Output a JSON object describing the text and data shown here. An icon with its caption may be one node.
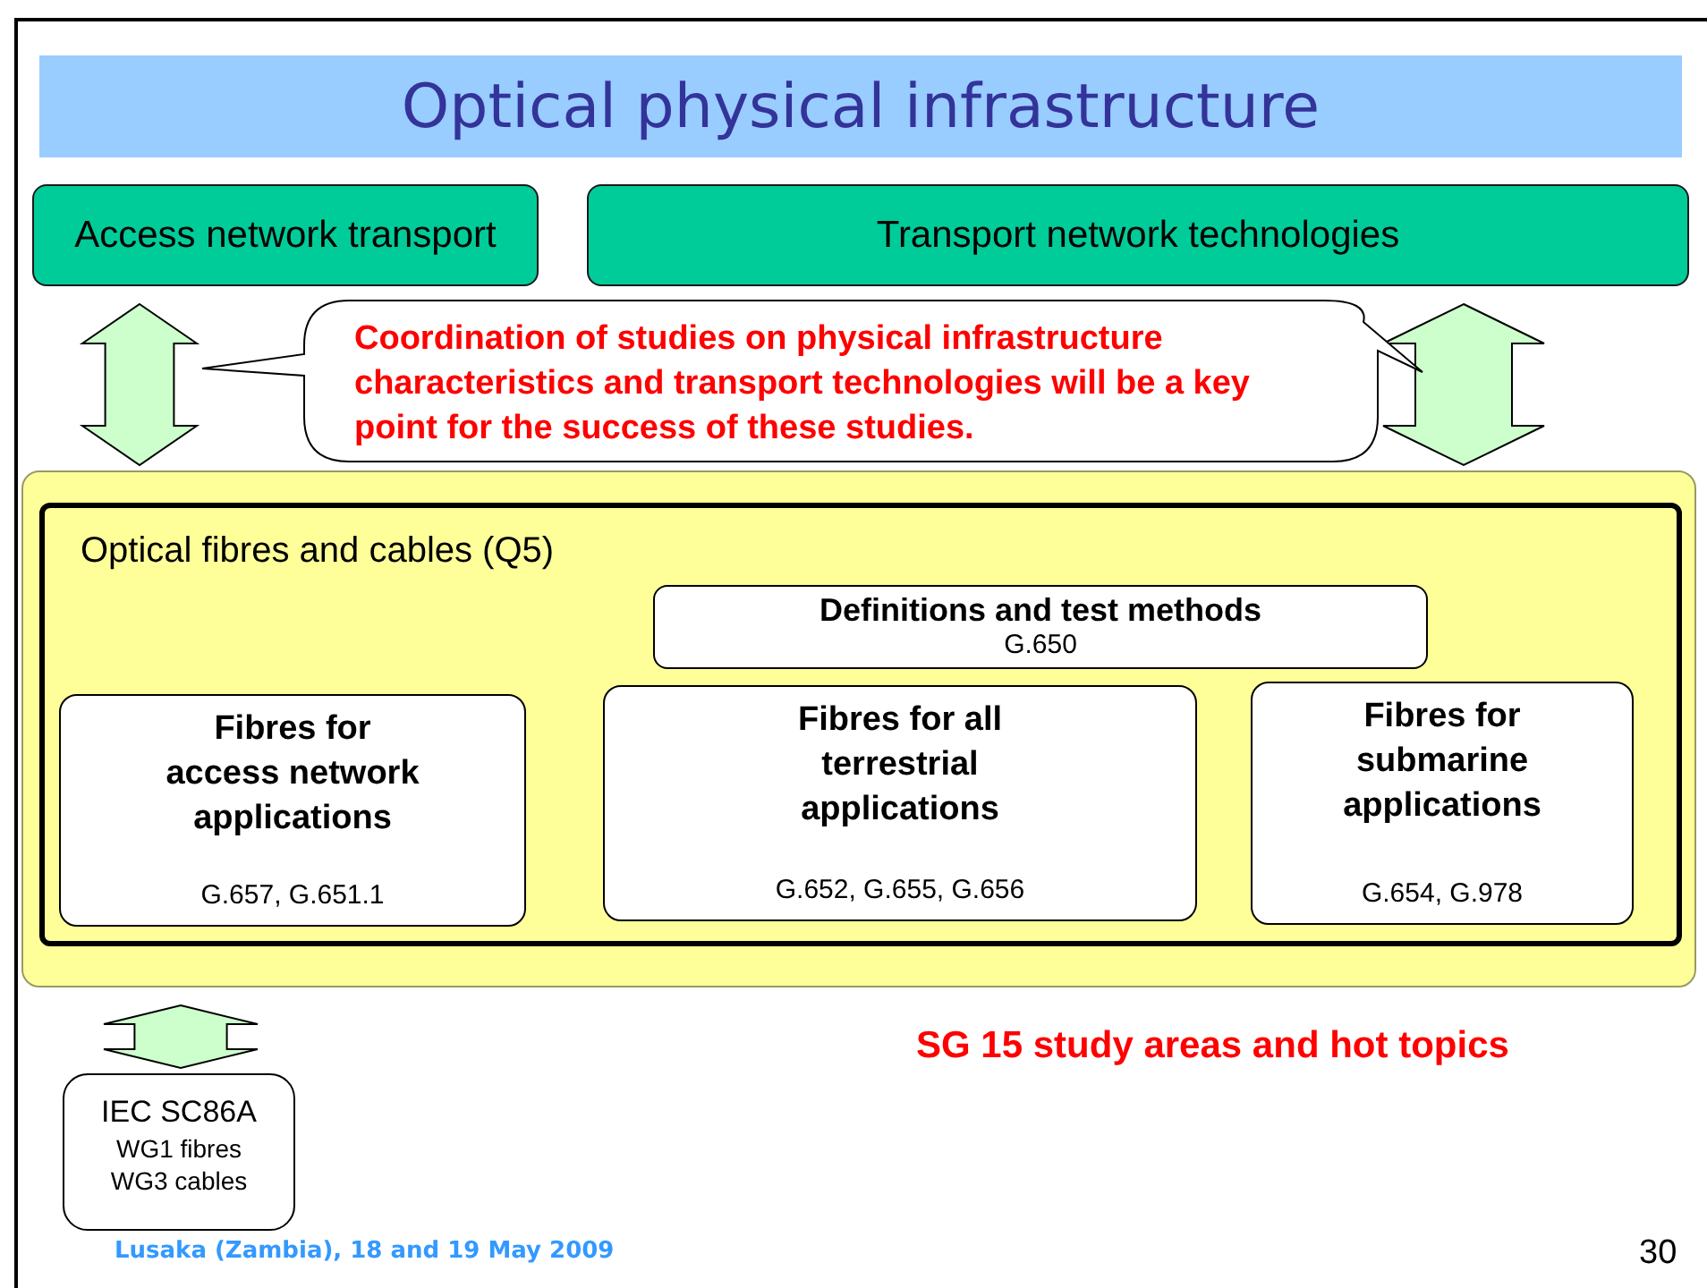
{
  "diagram": {
    "title": "Optical physical infrastructure",
    "nodes": [
      {
        "text": [
          "Access network transport"
        ]
      },
      {
        "text": [
          "Transport network technologies"
        ]
      },
      {
        "text": [
          "Coordination of studies on physical infrastructure characteristics and transport technologies will be a key point for the success of these studies."
        ]
      },
      {
        "text": [],
        "shape": "box"
      },
      {
        "text": [
          "Optical fibres and cables (Q5)"
        ],
        "in": 3
      },
      {
        "text": [
          "Definitions and test methods",
          "G.650"
        ],
        "in": 4
      },
      {
        "text": [
          "Fibres for access network applications",
          "G.657, G.651.1"
        ],
        "in": 4
      },
      {
        "text": [
          "Fibres for all terrestrial applications",
          "G.652, G.655, G.656"
        ],
        "in": 4
      },
      {
        "text": [
          "Fibres for submarine applications",
          "G.654, G.978"
        ],
        "in": 4
      },
      {
        "text": [
          "IEC SC86A",
          "WG1 fibres WG3 cables"
        ]
      }
    ],
    "edges": [
      {
        "from": 0,
        "to": 3,
        "arrow": "both"
      },
      {
        "from": 1,
        "to": 3,
        "arrow": "both"
      },
      {
        "from": 3,
        "to": 9,
        "arrow": "both"
      }
    ],
    "labels": [
      "SG 15 study areas and hot topics",
      "Lusaka (Zambia), 18 and 19 May 2009",
      "30"
    ]
  }
}
